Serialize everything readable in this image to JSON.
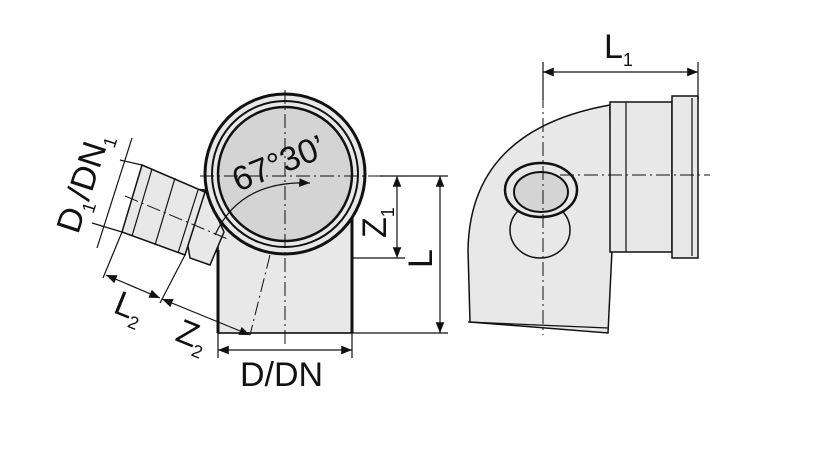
{
  "front_view": {
    "angle_label": "67°30’",
    "branch_diameter": {
      "main": "D",
      "sub1": "1",
      "mid": "/DN",
      "sub2": "1"
    },
    "branch_length": {
      "main": "L",
      "sub": "2"
    },
    "branch_z": {
      "main": "Z",
      "sub": "2"
    },
    "main_diameter": "D/DN",
    "z1": {
      "main": "Z",
      "sub": "1"
    },
    "length": "L"
  },
  "side_view": {
    "l1": {
      "main": "L",
      "sub": "1"
    }
  },
  "colors": {
    "fill": "#e8e8e8",
    "inner": "#d4d4d4",
    "line": "#111111"
  }
}
